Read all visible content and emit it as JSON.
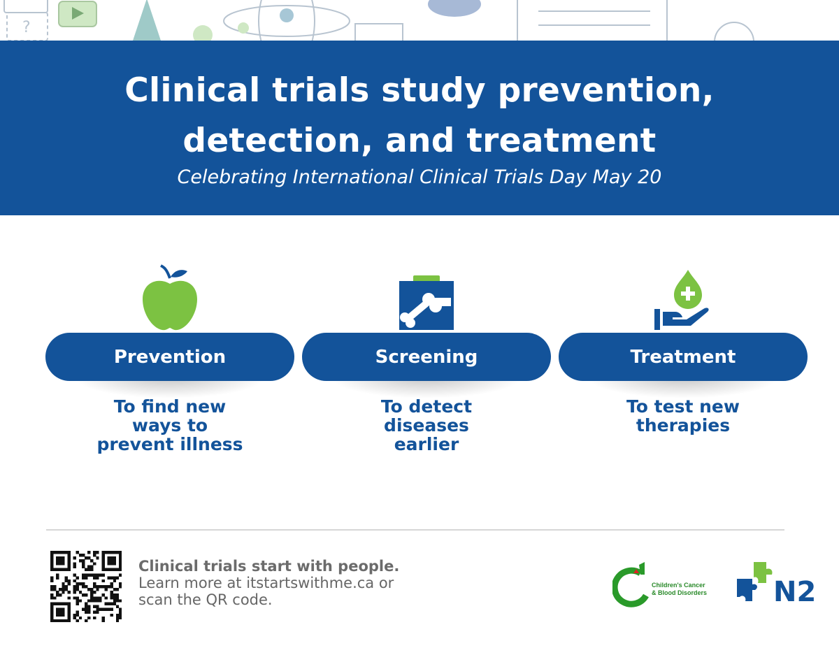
{
  "banner": {
    "title_line1": "Clinical trials study prevention,",
    "title_line2": "detection, and treatment",
    "subtitle": "Celebrating International Clinical Trials Day May 20"
  },
  "columns": [
    {
      "label": "Prevention",
      "icon": "apple-icon",
      "desc": [
        "To find new",
        "ways to",
        "prevent illness"
      ]
    },
    {
      "label": "Screening",
      "icon": "xray-clipboard-icon",
      "desc": [
        "To detect",
        "diseases",
        "earlier"
      ]
    },
    {
      "label": "Treatment",
      "icon": "hand-drop-icon",
      "desc": [
        "To test new",
        "therapies"
      ]
    }
  ],
  "footer": {
    "bold_text": "Clinical trials start with people.",
    "line1": "Learn more at itstartswithme.ca or",
    "line2": "scan the QR code."
  },
  "logos": {
    "ccbd_line1": "Children's Cancer",
    "ccbd_line2": "& Blood Disorders",
    "n2": "N2"
  },
  "colors": {
    "primary": "#13539a",
    "green": "#7cc242",
    "logo_green": "#2a8a2a"
  }
}
